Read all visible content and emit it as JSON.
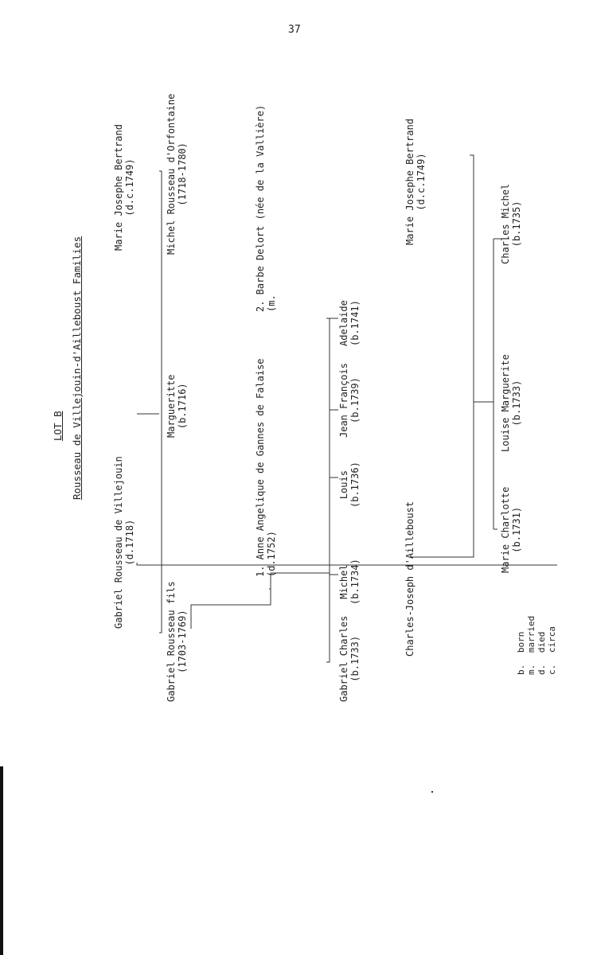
{
  "page": {
    "number": "37"
  },
  "header": {
    "lot": "LOT B",
    "title": "Rousseau de Villejouin-d'Ailleboust Families"
  },
  "persons": {
    "gabriel_sr": {
      "name": "Gabriel Rousseau de Villejouin",
      "dates": "(d.1718)"
    },
    "marie_joseph_1": {
      "name": "Marie Josephe Bertrand",
      "dates": "(d.c.1749)"
    },
    "gabriel_fils": {
      "name": "Gabriel Rousseau fils",
      "dates": "(1703-1769)"
    },
    "marguerite": {
      "name": "Margueritte",
      "dates": "(b.1716)"
    },
    "michel_orfontaine": {
      "name": "Michel Rousseau d'Orfontaine",
      "dates": "(1718-1780)"
    },
    "anne": {
      "name": "1. Anne Angelique de Gannes de Falaise",
      "dates": "(d.1752)"
    },
    "barbe": {
      "name": "2. Barbe Delort (née de la Vallière)",
      "dates": "(m."
    },
    "gabriel_charles": {
      "name": "Gabriel Charles",
      "dates": "(b.1733)"
    },
    "michel": {
      "name": "Michel",
      "dates": "(b.1734)"
    },
    "louis": {
      "name": "Louis",
      "dates": "(b.1736)"
    },
    "jean_francois": {
      "name": "Jean François",
      "dates": "(b.1739)"
    },
    "adelaide": {
      "name": "Adelaide",
      "dates": "(b.1741)"
    },
    "charles_joseph": {
      "name": "Charles-Joseph d'Ailleboust",
      "dates": ""
    },
    "marie_joseph_2": {
      "name": "Marie Josephe Bertrand",
      "dates": "(d.c.1749)"
    },
    "marie_charlotte": {
      "name": "Marie Charlotte",
      "dates": "(b.1731)"
    },
    "louise_marguerite": {
      "name": "Louise Marguerite",
      "dates": "(b.1733)"
    },
    "charles_michel": {
      "name": "Charles Michel",
      "dates": "(b.1735)"
    }
  },
  "legend": [
    {
      "abbr": "b.",
      "meaning": "born"
    },
    {
      "abbr": "m.",
      "meaning": "married"
    },
    {
      "abbr": "d.",
      "meaning": "died"
    },
    {
      "abbr": "c.",
      "meaning": "circa"
    }
  ]
}
